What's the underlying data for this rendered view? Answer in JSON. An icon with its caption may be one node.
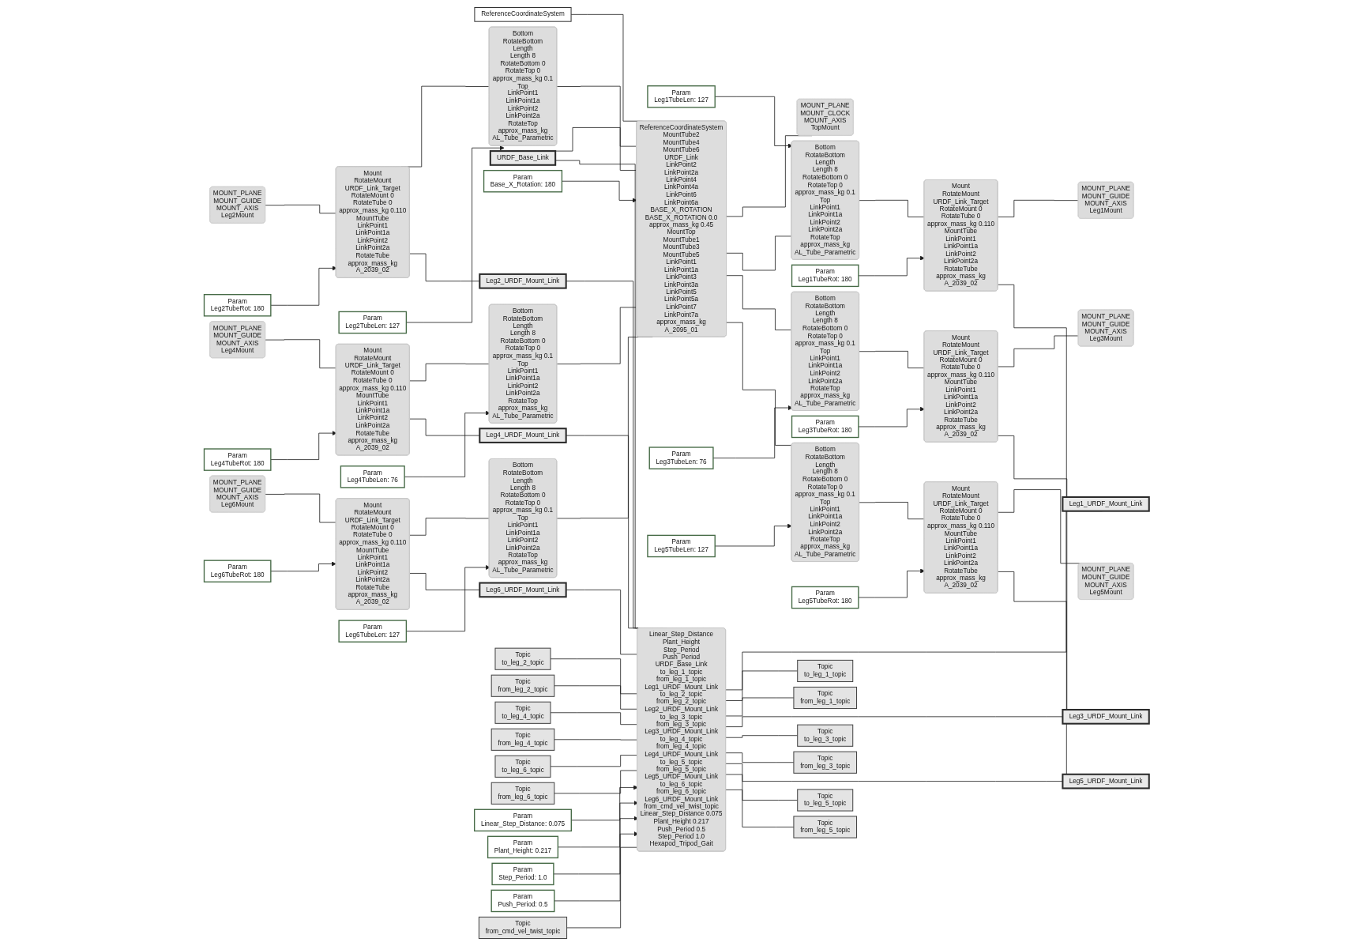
{
  "diagram": {
    "nodes": [
      {
        "text": [
          "ReferenceCoordinateSystem"
        ]
      },
      {
        "text": [
          "URDF_Base_Link"
        ]
      },
      {
        "text": [
          "MOUNT_PLANE",
          "MOUNT_CLOCK",
          "MOUNT_AXIS",
          "TopMount"
        ]
      },
      {
        "text": [
          "MOUNT_PLANE",
          "MOUNT_GUIDE",
          "MOUNT_AXIS",
          "Leg2Mount"
        ]
      },
      {
        "text": [
          "Mount",
          "RotateMount",
          "URDF_Link_Target",
          "RotateMount 0",
          "RotateTube 0",
          "approx_mass_kg 0.110",
          "MountTube",
          "LinkPoint1",
          "LinkPoint1a",
          "LinkPoint2",
          "LinkPoint2a",
          "RotateTube",
          "approx_mass_kg",
          "A_2039_02"
        ]
      },
      {
        "text": [
          "Bottom",
          "RotateBottom",
          "Length",
          "Length 8",
          "RotateBottom 0",
          "RotateTop 0",
          "approx_mass_kg 0.1",
          "Top",
          "LinkPoint1",
          "LinkPoint1a",
          "LinkPoint2",
          "LinkPoint2a",
          "RotateTop",
          "approx_mass_kg",
          "AL_Tube_Parametric"
        ]
      },
      {
        "text": [
          "Bottom",
          "RotateBottom",
          "Length",
          "Length 8",
          "RotateBottom 0",
          "RotateTop 0",
          "approx_mass_kg 0.1",
          "Top",
          "LinkPoint1",
          "LinkPoint1a",
          "LinkPoint2",
          "LinkPoint2a",
          "RotateTop",
          "approx_mass_kg",
          "AL_Tube_Parametric"
        ]
      },
      {
        "text": [
          "Mount",
          "RotateMount",
          "URDF_Link_Target",
          "RotateMount 0",
          "RotateTube 0",
          "approx_mass_kg 0.110",
          "MountTube",
          "LinkPoint1",
          "LinkPoint1a",
          "LinkPoint2",
          "LinkPoint2a",
          "RotateTube",
          "approx_mass_kg",
          "A_2039_02"
        ]
      },
      {
        "text": [
          "MOUNT_PLANE",
          "MOUNT_GUIDE",
          "MOUNT_AXIS",
          "Leg1Mount"
        ]
      },
      {
        "text": [
          "Param",
          "Leg2TubeRot: 180"
        ]
      },
      {
        "text": [
          "Param",
          "Leg2TubeLen: 127"
        ]
      },
      {
        "text": [
          "Param",
          "Leg1TubeRot: 180"
        ]
      },
      {
        "text": [
          "Param",
          "Leg1TubeLen: 127"
        ]
      },
      {
        "text": [
          "Topic",
          "to_leg_2_topic"
        ]
      },
      {
        "text": [
          "Topic",
          "to_leg_1_topic"
        ]
      },
      {
        "text": [
          "Topic",
          "from_leg_2_topic"
        ]
      },
      {
        "text": [
          "Topic",
          "from_leg_1_topic"
        ]
      },
      {
        "text": [
          "Leg2_URDF_Mount_Link"
        ]
      },
      {
        "text": [
          "Leg1_URDF_Mount_Link"
        ]
      },
      {
        "text": [
          "ReferenceCoordinateSystem",
          "MountTube2",
          "MountTube4",
          "MountTube6",
          "URDF_Link",
          "LinkPoint2",
          "LinkPoint2a",
          "LinkPoint4",
          "LinkPoint4a",
          "LinkPoint6",
          "LinkPoint6a",
          "BASE_X_ROTATION",
          "BASE_X_ROTATION 0.0",
          "approx_mass_kg 0.45",
          "MountTop",
          "MountTube1",
          "MountTube3",
          "MountTube5",
          "LinkPoint1",
          "LinkPoint1a",
          "LinkPoint3",
          "LinkPoint3a",
          "LinkPoint5",
          "LinkPoint5a",
          "LinkPoint7",
          "LinkPoint7a",
          "approx_mass_kg",
          "A_2095_01"
        ]
      },
      {
        "text": [
          "MOUNT_PLANE",
          "MOUNT_GUIDE",
          "MOUNT_AXIS",
          "Leg4Mount"
        ]
      },
      {
        "text": [
          "Mount",
          "RotateMount",
          "URDF_Link_Target",
          "RotateMount 0",
          "RotateTube 0",
          "approx_mass_kg 0.110",
          "MountTube",
          "LinkPoint1",
          "LinkPoint1a",
          "LinkPoint2",
          "LinkPoint2a",
          "RotateTube",
          "approx_mass_kg",
          "A_2039_02"
        ]
      },
      {
        "text": [
          "Bottom",
          "RotateBottom",
          "Length",
          "Length 8",
          "RotateBottom 0",
          "RotateTop 0",
          "approx_mass_kg 0.1",
          "Top",
          "LinkPoint1",
          "LinkPoint1a",
          "LinkPoint2",
          "LinkPoint2a",
          "RotateTop",
          "approx_mass_kg",
          "AL_Tube_Parametric"
        ]
      },
      {
        "text": [
          "Bottom",
          "RotateBottom",
          "Length",
          "Length 8",
          "RotateBottom 0",
          "RotateTop 0",
          "approx_mass_kg 0.1",
          "Top",
          "LinkPoint1",
          "LinkPoint1a",
          "LinkPoint2",
          "LinkPoint2a",
          "RotateTop",
          "approx_mass_kg",
          "AL_Tube_Parametric"
        ]
      },
      {
        "text": [
          "Mount",
          "RotateMount",
          "URDF_Link_Target",
          "RotateMount 0",
          "RotateTube 0",
          "approx_mass_kg 0.110",
          "MountTube",
          "LinkPoint1",
          "LinkPoint1a",
          "LinkPoint2",
          "LinkPoint2a",
          "RotateTube",
          "approx_mass_kg",
          "A_2039_02"
        ]
      },
      {
        "text": [
          "MOUNT_PLANE",
          "MOUNT_GUIDE",
          "MOUNT_AXIS",
          "Leg3Mount"
        ]
      },
      {
        "text": [
          "Param",
          "Leg4TubeRot: 180"
        ]
      },
      {
        "text": [
          "Param",
          "Leg3TubeRot: 180"
        ]
      },
      {
        "text": [
          "Param",
          "Leg4TubeLen: 76"
        ]
      },
      {
        "text": [
          "Param",
          "Leg3TubeLen: 76"
        ]
      },
      {
        "text": [
          "Topic",
          "to_leg_4_topic"
        ]
      },
      {
        "text": [
          "Topic",
          "to_leg_3_topic"
        ]
      },
      {
        "text": [
          "Topic",
          "from_leg_4_topic"
        ]
      },
      {
        "text": [
          "Topic",
          "from_leg_3_topic"
        ]
      },
      {
        "text": [
          "Leg4_URDF_Mount_Link"
        ]
      },
      {
        "text": [
          "Leg3_URDF_Mount_Link"
        ]
      },
      {
        "text": [
          "MOUNT_PLANE",
          "MOUNT_GUIDE",
          "MOUNT_AXIS",
          "Leg6Mount"
        ]
      },
      {
        "text": [
          "Mount",
          "RotateMount",
          "URDF_Link_Target",
          "RotateMount 0",
          "RotateTube 0",
          "approx_mass_kg 0.110",
          "MountTube",
          "LinkPoint1",
          "LinkPoint1a",
          "LinkPoint2",
          "LinkPoint2a",
          "RotateTube",
          "approx_mass_kg",
          "A_2039_02"
        ]
      },
      {
        "text": [
          "Bottom",
          "RotateBottom",
          "Length",
          "Length 8",
          "RotateBottom 0",
          "RotateTop 0",
          "approx_mass_kg 0.1",
          "Top",
          "LinkPoint1",
          "LinkPoint1a",
          "LinkPoint2",
          "LinkPoint2a",
          "RotateTop",
          "approx_mass_kg",
          "AL_Tube_Parametric"
        ]
      },
      {
        "text": [
          "Bottom",
          "RotateBottom",
          "Length",
          "Length 8",
          "RotateBottom 0",
          "RotateTop 0",
          "approx_mass_kg 0.1",
          "Top",
          "LinkPoint1",
          "LinkPoint1a",
          "LinkPoint2",
          "LinkPoint2a",
          "RotateTop",
          "approx_mass_kg",
          "AL_Tube_Parametric"
        ]
      },
      {
        "text": [
          "Mount",
          "RotateMount",
          "URDF_Link_Target",
          "RotateMount 0",
          "RotateTube 0",
          "approx_mass_kg 0.110",
          "MountTube",
          "LinkPoint1",
          "LinkPoint1a",
          "LinkPoint2",
          "LinkPoint2a",
          "RotateTube",
          "approx_mass_kg",
          "A_2039_02"
        ]
      },
      {
        "text": [
          "MOUNT_PLANE",
          "MOUNT_GUIDE",
          "MOUNT_AXIS",
          "Leg5Mount"
        ]
      },
      {
        "text": [
          "Param",
          "Leg6TubeRot: 180"
        ]
      },
      {
        "text": [
          "Param",
          "Leg5TubeRot: 180"
        ]
      },
      {
        "text": [
          "Param",
          "Leg6TubeLen: 127"
        ]
      },
      {
        "text": [
          "Param",
          "Leg5TubeLen: 127"
        ]
      },
      {
        "text": [
          "Param",
          "Base_X_Rotation: 180"
        ]
      },
      {
        "text": [
          "Topic",
          "to_leg_5_topic"
        ]
      },
      {
        "text": [
          "Topic",
          "to_leg_6_topic"
        ]
      },
      {
        "text": [
          "Topic",
          "from_leg_5_topic"
        ]
      },
      {
        "text": [
          "Topic",
          "from_leg_6_topic"
        ]
      },
      {
        "text": [
          "Leg5_URDF_Mount_Link"
        ]
      },
      {
        "text": [
          "Leg6_URDF_Mount_Link"
        ]
      },
      {
        "text": [
          "Linear_Step_Distance",
          "Plant_Height",
          "Step_Period",
          "Push_Period",
          "URDF_Base_Link",
          "to_leg_1_topic",
          "from_leg_1_topic",
          "Leg1_URDF_Mount_Link",
          "to_leg_2_topic",
          "from_leg_2_topic",
          "Leg2_URDF_Mount_Link",
          "to_leg_3_topic",
          "from_leg_3_topic",
          "Leg3_URDF_Mount_Link",
          "to_leg_4_topic",
          "from_leg_4_topic",
          "Leg4_URDF_Mount_Link",
          "to_leg_5_topic",
          "from_leg_5_topic",
          "Leg5_URDF_Mount_Link",
          "to_leg_6_topic",
          "from_leg_6_topic",
          "Leg6_URDF_Mount_Link",
          "from_cmd_vel_twist_topic",
          "Linear_Step_Distance 0.075",
          "Plant_Height 0.217",
          "Push_Period 0.5",
          "Step_Period 1.0",
          "Hexapod_Tripod_Gait"
        ]
      },
      {
        "text": [
          "Param",
          "Linear_Step_Distance: 0.075"
        ]
      },
      {
        "text": [
          "Param",
          "Plant_Height: 0.217"
        ]
      },
      {
        "text": [
          "Param",
          "Step_Period: 1.0"
        ]
      },
      {
        "text": [
          "Param",
          "Push_Period: 0.5"
        ]
      },
      {
        "text": [
          "Topic",
          "from_cmd_vel_twist_topic"
        ]
      }
    ],
    "edges": [
      {
        "from": 0,
        "to": 19,
        "arrow": "none"
      },
      {
        "from": 1,
        "to": 19,
        "arrow": "none"
      },
      {
        "from": 1,
        "to": 53,
        "arrow": "none"
      },
      {
        "from": 19,
        "to": 2,
        "arrow": "none"
      },
      {
        "from": 3,
        "to": 4,
        "arrow": "none"
      },
      {
        "from": 4,
        "to": 5,
        "arrow": "none"
      },
      {
        "from": 9,
        "to": 4,
        "arrow": "to"
      },
      {
        "from": 10,
        "to": 5,
        "arrow": "to"
      },
      {
        "from": 5,
        "to": 19,
        "arrow": "none"
      },
      {
        "from": 4,
        "to": 17,
        "arrow": "none"
      },
      {
        "from": 17,
        "to": 53,
        "arrow": "none"
      },
      {
        "from": 13,
        "to": 53,
        "arrow": "none"
      },
      {
        "from": 15,
        "to": 53,
        "arrow": "none"
      },
      {
        "from": 19,
        "to": 6,
        "arrow": "none"
      },
      {
        "from": 6,
        "to": 7,
        "arrow": "none"
      },
      {
        "from": 7,
        "to": 8,
        "arrow": "none"
      },
      {
        "from": 11,
        "to": 7,
        "arrow": "to"
      },
      {
        "from": 12,
        "to": 6,
        "arrow": "to"
      },
      {
        "from": 7,
        "to": 18,
        "arrow": "none"
      },
      {
        "from": 53,
        "to": 18,
        "arrow": "none"
      },
      {
        "from": 53,
        "to": 14,
        "arrow": "none"
      },
      {
        "from": 53,
        "to": 16,
        "arrow": "none"
      },
      {
        "from": 20,
        "to": 21,
        "arrow": "none"
      },
      {
        "from": 21,
        "to": 22,
        "arrow": "none"
      },
      {
        "from": 26,
        "to": 21,
        "arrow": "to"
      },
      {
        "from": 28,
        "to": 22,
        "arrow": "to"
      },
      {
        "from": 22,
        "to": 19,
        "arrow": "none"
      },
      {
        "from": 21,
        "to": 34,
        "arrow": "none"
      },
      {
        "from": 34,
        "to": 53,
        "arrow": "none"
      },
      {
        "from": 30,
        "to": 53,
        "arrow": "none"
      },
      {
        "from": 32,
        "to": 53,
        "arrow": "none"
      },
      {
        "from": 19,
        "to": 23,
        "arrow": "none"
      },
      {
        "from": 23,
        "to": 24,
        "arrow": "none"
      },
      {
        "from": 24,
        "to": 25,
        "arrow": "none"
      },
      {
        "from": 27,
        "to": 24,
        "arrow": "to"
      },
      {
        "from": 29,
        "to": 23,
        "arrow": "to"
      },
      {
        "from": 24,
        "to": 35,
        "arrow": "none"
      },
      {
        "from": 53,
        "to": 35,
        "arrow": "none"
      },
      {
        "from": 53,
        "to": 31,
        "arrow": "none"
      },
      {
        "from": 53,
        "to": 33,
        "arrow": "none"
      },
      {
        "from": 36,
        "to": 37,
        "arrow": "none"
      },
      {
        "from": 37,
        "to": 38,
        "arrow": "none"
      },
      {
        "from": 42,
        "to": 37,
        "arrow": "to"
      },
      {
        "from": 44,
        "to": 38,
        "arrow": "to"
      },
      {
        "from": 38,
        "to": 19,
        "arrow": "none"
      },
      {
        "from": 37,
        "to": 52,
        "arrow": "none"
      },
      {
        "from": 52,
        "to": 53,
        "arrow": "none"
      },
      {
        "from": 48,
        "to": 53,
        "arrow": "none"
      },
      {
        "from": 50,
        "to": 53,
        "arrow": "none"
      },
      {
        "from": 19,
        "to": 39,
        "arrow": "none"
      },
      {
        "from": 39,
        "to": 40,
        "arrow": "none"
      },
      {
        "from": 40,
        "to": 41,
        "arrow": "none"
      },
      {
        "from": 43,
        "to": 40,
        "arrow": "to"
      },
      {
        "from": 45,
        "to": 39,
        "arrow": "to"
      },
      {
        "from": 40,
        "to": 51,
        "arrow": "none"
      },
      {
        "from": 53,
        "to": 51,
        "arrow": "none"
      },
      {
        "from": 53,
        "to": 47,
        "arrow": "none"
      },
      {
        "from": 53,
        "to": 49,
        "arrow": "none"
      },
      {
        "from": 46,
        "to": 19,
        "arrow": "to"
      },
      {
        "from": 54,
        "to": 53,
        "arrow": "to"
      },
      {
        "from": 55,
        "to": 53,
        "arrow": "to"
      },
      {
        "from": 56,
        "to": 53,
        "arrow": "to"
      },
      {
        "from": 57,
        "to": 53,
        "arrow": "to"
      },
      {
        "from": 58,
        "to": 53,
        "arrow": "none"
      }
    ]
  }
}
